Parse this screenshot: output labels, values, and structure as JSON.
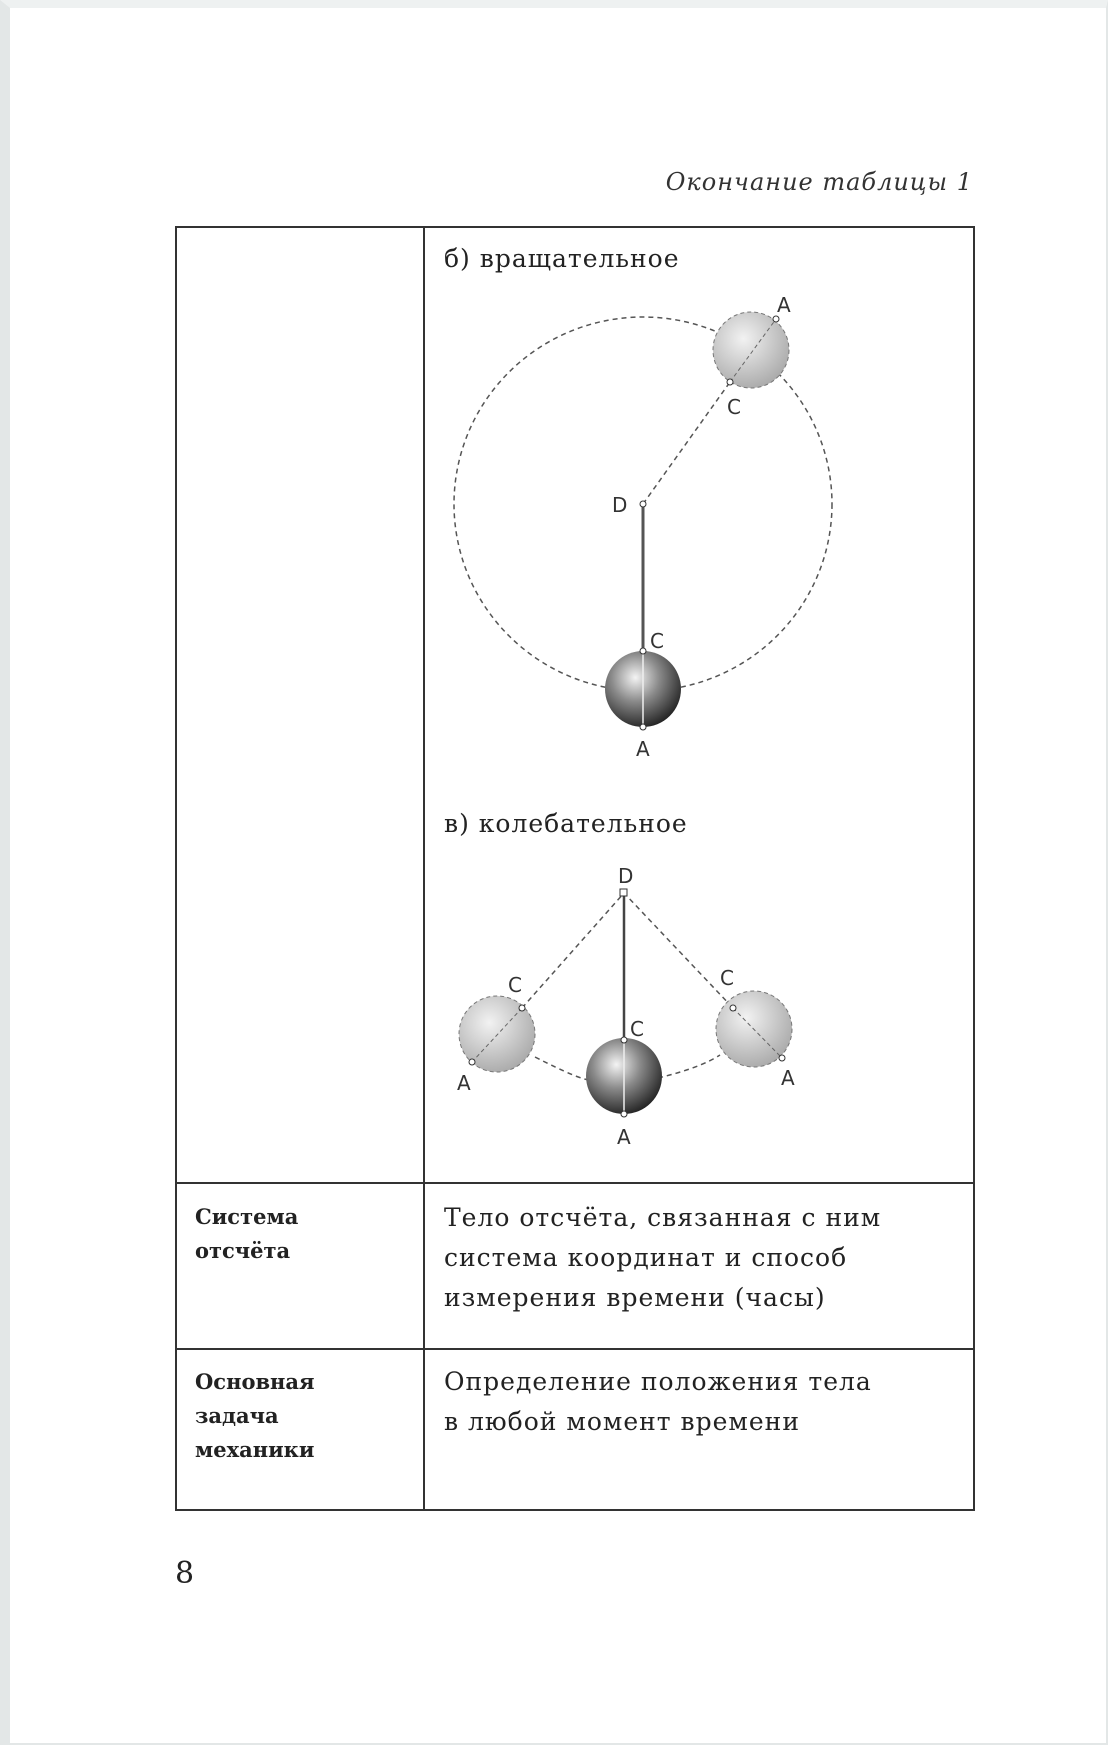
{
  "caption": "Окончание таблицы 1",
  "table": {
    "rows": [
      {
        "term": "",
        "subsections": [
          {
            "label": "б) вращательное",
            "points": [
              "A",
              "C",
              "D",
              "C",
              "A"
            ]
          },
          {
            "label": "в) колебательное",
            "points": [
              "D",
              "C",
              "C",
              "C",
              "A",
              "A",
              "A"
            ]
          }
        ]
      },
      {
        "term_lines": [
          "Система",
          "отсчёта"
        ],
        "definition_lines": [
          "Тело отсчёта, связанная с ним",
          "система координат и способ",
          "измерения времени (часы)"
        ]
      },
      {
        "term_lines": [
          "Основная",
          "задача",
          "механики"
        ],
        "definition_lines": [
          "Определение положения тела",
          "в любой момент времени"
        ]
      }
    ]
  },
  "page_number": "8"
}
